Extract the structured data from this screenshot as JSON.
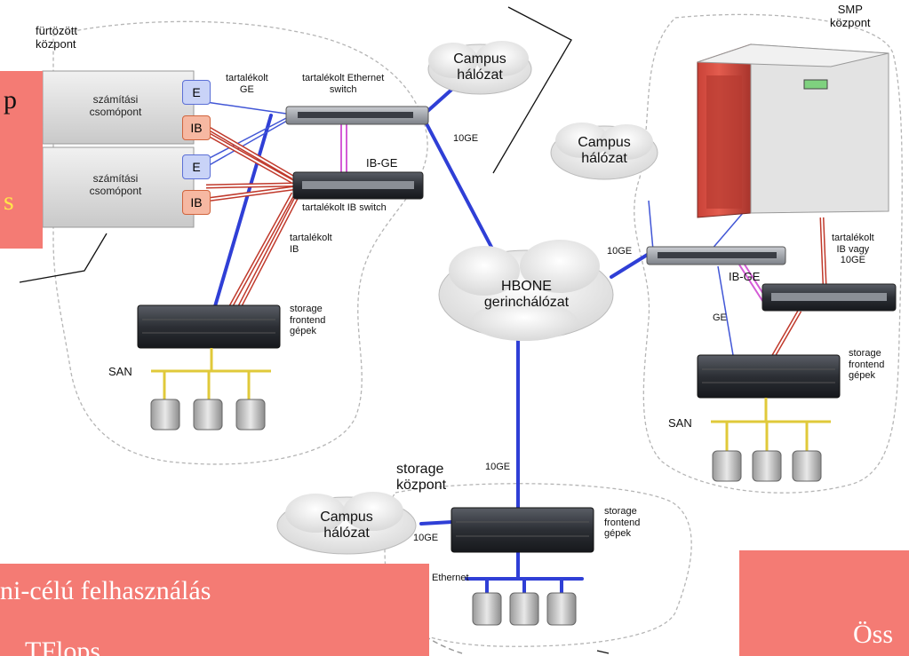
{
  "left_center": {
    "title_line1": "fürtözött",
    "title_line2": "központ",
    "node_label_line1": "számítási",
    "node_label_line2": "csomópont",
    "port_e": "E",
    "port_ib": "IB",
    "ge_label_line1": "tartalékolt",
    "ge_label_line2": "GE",
    "eth_switch_line1": "tartalékolt Ethernet",
    "eth_switch_line2": "switch",
    "ib_ge": "IB-GE",
    "ib_switch": "tartalékolt IB switch",
    "ib_label_line1": "tartalékolt",
    "ib_label_line2": "IB",
    "storage_line1": "storage",
    "storage_line2": "frontend",
    "storage_line3": "gépek",
    "san": "SAN"
  },
  "campus_top": {
    "line1": "Campus",
    "line2": "hálózat"
  },
  "campus_mid": {
    "line1": "Campus",
    "line2": "hálózat"
  },
  "campus_bottom": {
    "line1": "Campus",
    "line2": "hálózat"
  },
  "hbone": {
    "line1": "HBONE",
    "line2": "gerinchálózat"
  },
  "link_labels": {
    "tenge_top": "10GE",
    "tenge_right": "10GE",
    "tenge_bottom": "10GE",
    "tenge_campus": "10GE"
  },
  "smp": {
    "title_line1": "SMP",
    "title_line2": "központ",
    "ib_label_line1": "tartalékolt",
    "ib_label_line2": "IB vagy",
    "ib_label_line3": "10GE",
    "ib_ge": "IB-GE",
    "ge": "GE",
    "storage_line1": "storage",
    "storage_line2": "frontend",
    "storage_line3": "gépek",
    "san": "SAN"
  },
  "storage_center": {
    "title_line1": "storage",
    "title_line2": "központ",
    "storage_line1": "storage",
    "storage_line2": "frontend",
    "storage_line3": "gépek",
    "ethernet": "Ethernet"
  },
  "overlay": {
    "left_top_line1": "p",
    "left_top_line2": "s",
    "bottom_line1": "ni-célú felhasználás",
    "bottom_line2": "TFlops",
    "right_text": "Öss"
  },
  "colors": {
    "overlay_box": "#f47b74",
    "blue_link": "#2f3fd6",
    "ib_link": "#c0392b",
    "yellow_text": "#ffe64a"
  }
}
